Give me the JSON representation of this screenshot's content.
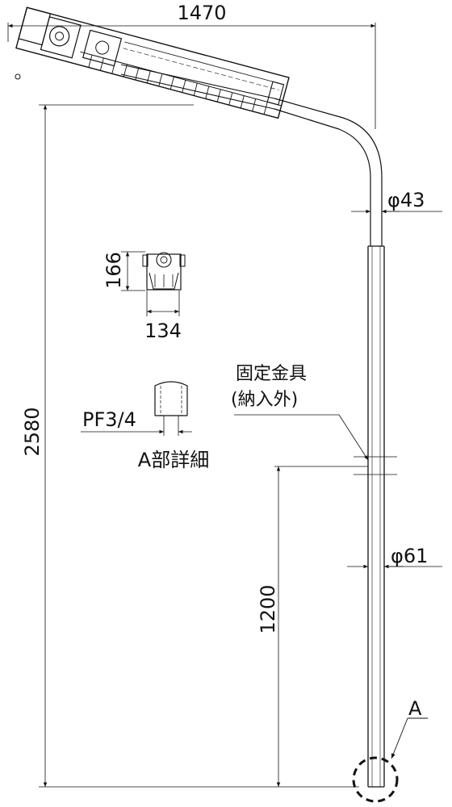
{
  "dimensions": {
    "overall_width": "1470",
    "overall_height": "2580",
    "lower_pole_height": "1200",
    "upper_pole_diameter": "φ43",
    "lower_pole_diameter": "φ61",
    "fixture_height": "166",
    "fixture_width": "134",
    "thread": "PF3/4"
  },
  "labels": {
    "bracket_line1": "固定金具",
    "bracket_line2": "(納入外)",
    "detail_a": "A部詳細",
    "detail_marker": "A"
  },
  "colors": {
    "line": "#111111",
    "background": "#ffffff"
  }
}
